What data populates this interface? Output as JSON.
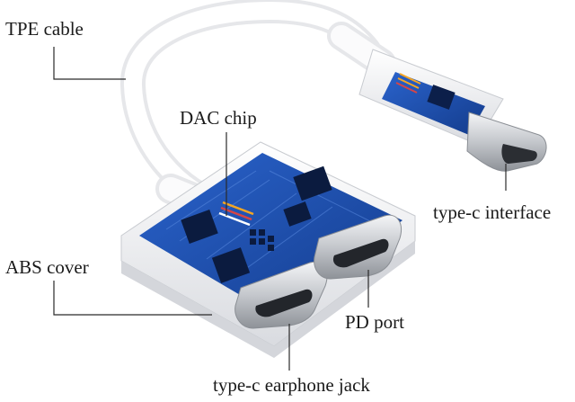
{
  "labels": {
    "tpe_cable": "TPE cable",
    "dac_chip": "DAC chip",
    "type_c_interface": "type-c interface",
    "abs_cover": "ABS cover",
    "pd_port": "PD port",
    "type_c_earphone_jack": "type-c earphone jack"
  },
  "colors": {
    "pcb": "#1f4fb0",
    "pcb_dark": "#163a86",
    "shell": "#f2f3f5",
    "metal": "#c9ccd1",
    "leader": "#2a2a2a"
  }
}
